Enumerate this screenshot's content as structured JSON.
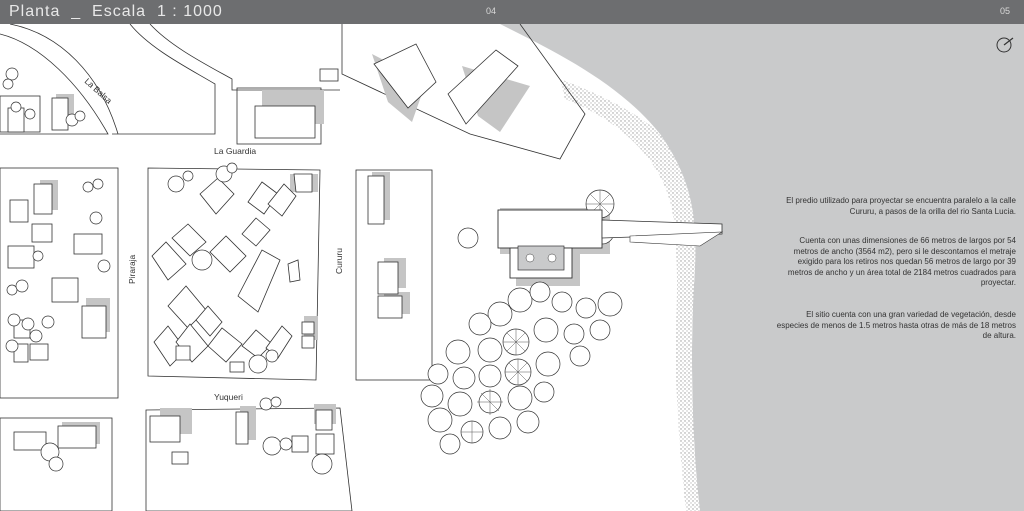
{
  "header": {
    "title": "Planta  _  Escala  1 : 1000",
    "page_left": "04",
    "page_right": "05"
  },
  "streets": {
    "la_balsa": "La Balsa",
    "la_guardia": "La Guardia",
    "piraraja": "Piraraja",
    "cururu": "Cururu",
    "yuqueri": "Yuqueri"
  },
  "text": {
    "p1": "El predio utilizado para proyectar se encuentra paralelo a la calle Cururu, a pasos de la orilla del rio Santa Lucia.",
    "p2": "Cuenta con unas dimensiones de 66 metros de largos por 54 metros de ancho (3564 m2), pero si le descontamos el metraje exigido para los retiros nos quedan 56 metros de largo por 39 metros de ancho y un área total de 2184 metros cuadrados para proyectar.",
    "p3": "El sitio cuenta con una gran variedad de vegetación, desde especies de menos de 1.5 metros hasta otras de más de 18 metros de altura."
  },
  "colors": {
    "header": "#6d6e70",
    "water": "#c9cacb",
    "shadow": "#c5c5c5",
    "stroke": "#333333"
  },
  "icons": {
    "compass": "north-arrow-icon"
  }
}
